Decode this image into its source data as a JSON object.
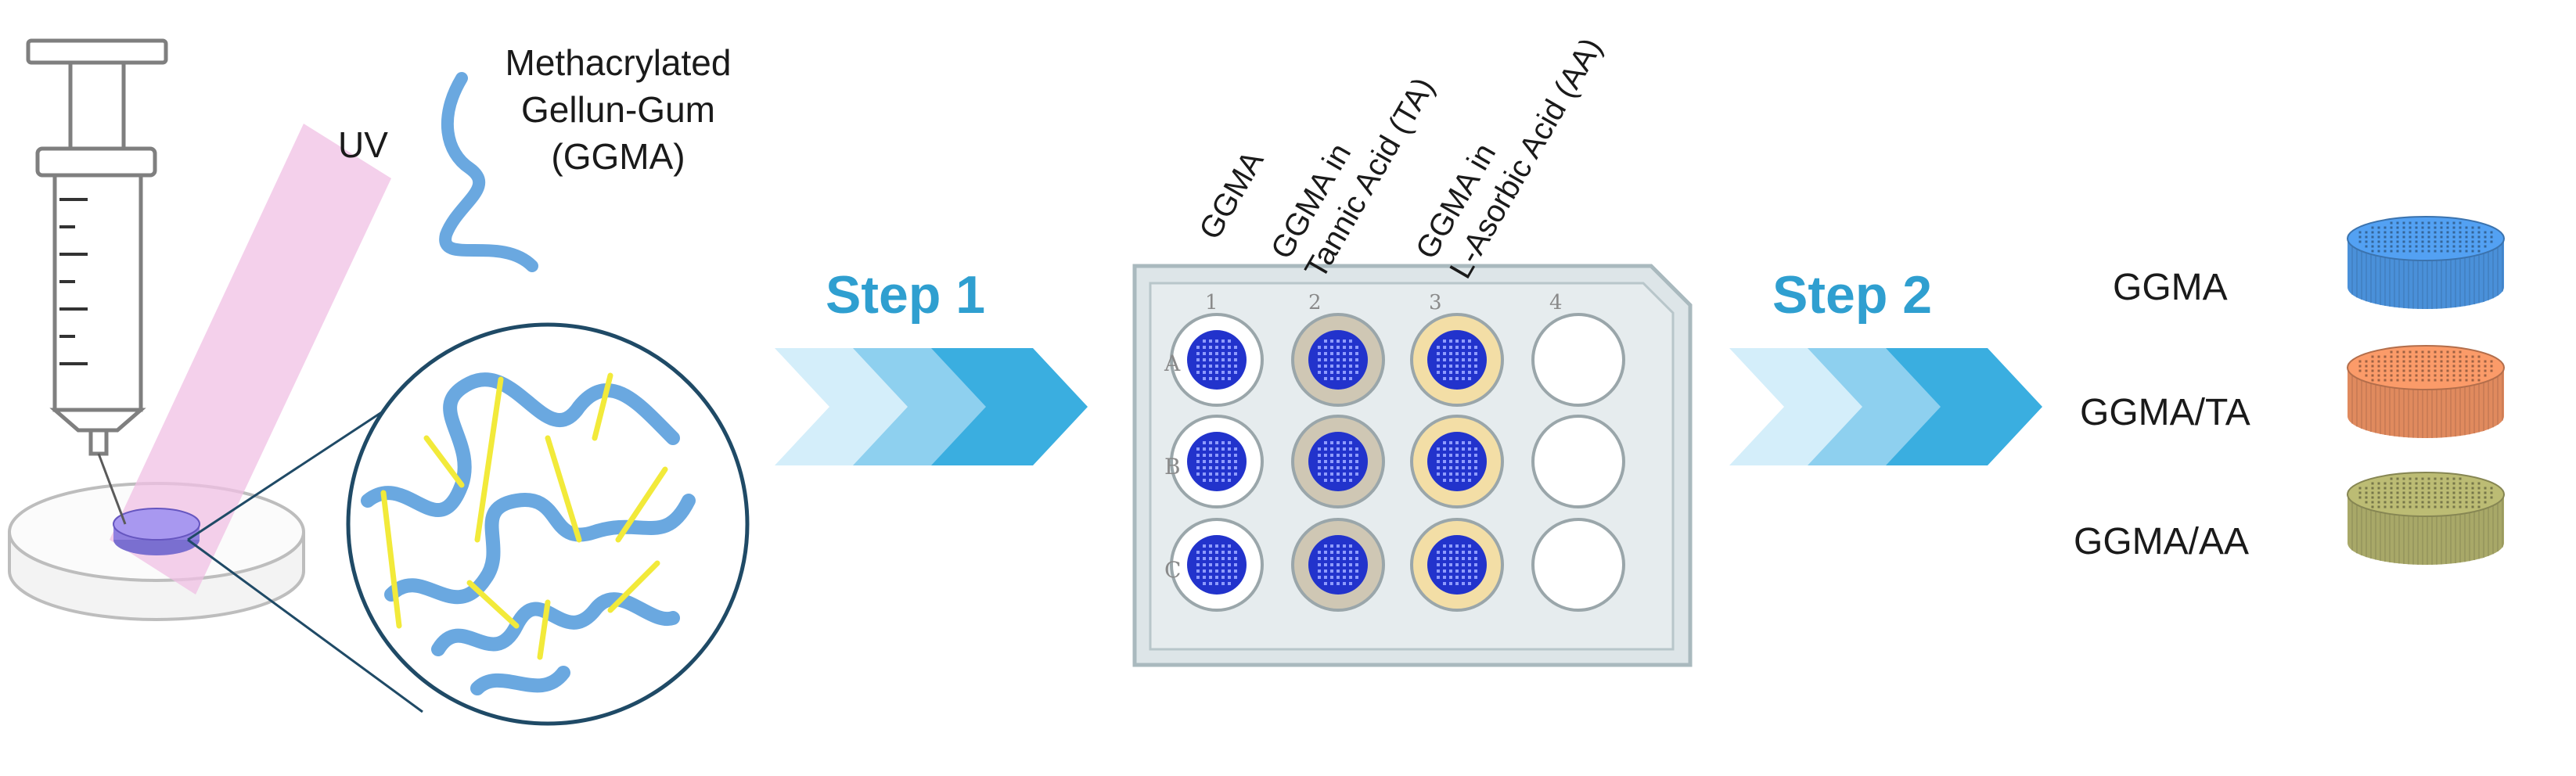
{
  "labels": {
    "uv": "UV",
    "polymer_line1": "Methacrylated",
    "polymer_line2": "Gellun-Gum",
    "polymer_line3": "(GGMA)",
    "step1": "Step 1",
    "step2": "Step 2"
  },
  "plate": {
    "columns": [
      "1",
      "2",
      "3",
      "4"
    ],
    "rows": [
      "A",
      "B",
      "C"
    ],
    "column_headers": [
      {
        "line1": "GGMA",
        "line2": ""
      },
      {
        "line1": "GGMA in",
        "line2": "Tannic Acid (TA)"
      },
      {
        "line1": "GGMA in",
        "line2": "L-Asorbic Acid (AA)"
      }
    ]
  },
  "products": [
    {
      "label": "GGMA",
      "color": "#4a90d9"
    },
    {
      "label": "GGMA/TA",
      "color": "#e08a5e"
    },
    {
      "label": "GGMA/AA",
      "color": "#a8a868"
    }
  ],
  "colors": {
    "fiber": "#6aa8e0",
    "crosslink": "#f2ea3a",
    "uv_beam": "#f0c0e4",
    "chevron_light": "#d4eefa",
    "chevron_mid": "#8ed0ef",
    "chevron_dark": "#3aaee0",
    "well_blue": "#2233cc"
  }
}
